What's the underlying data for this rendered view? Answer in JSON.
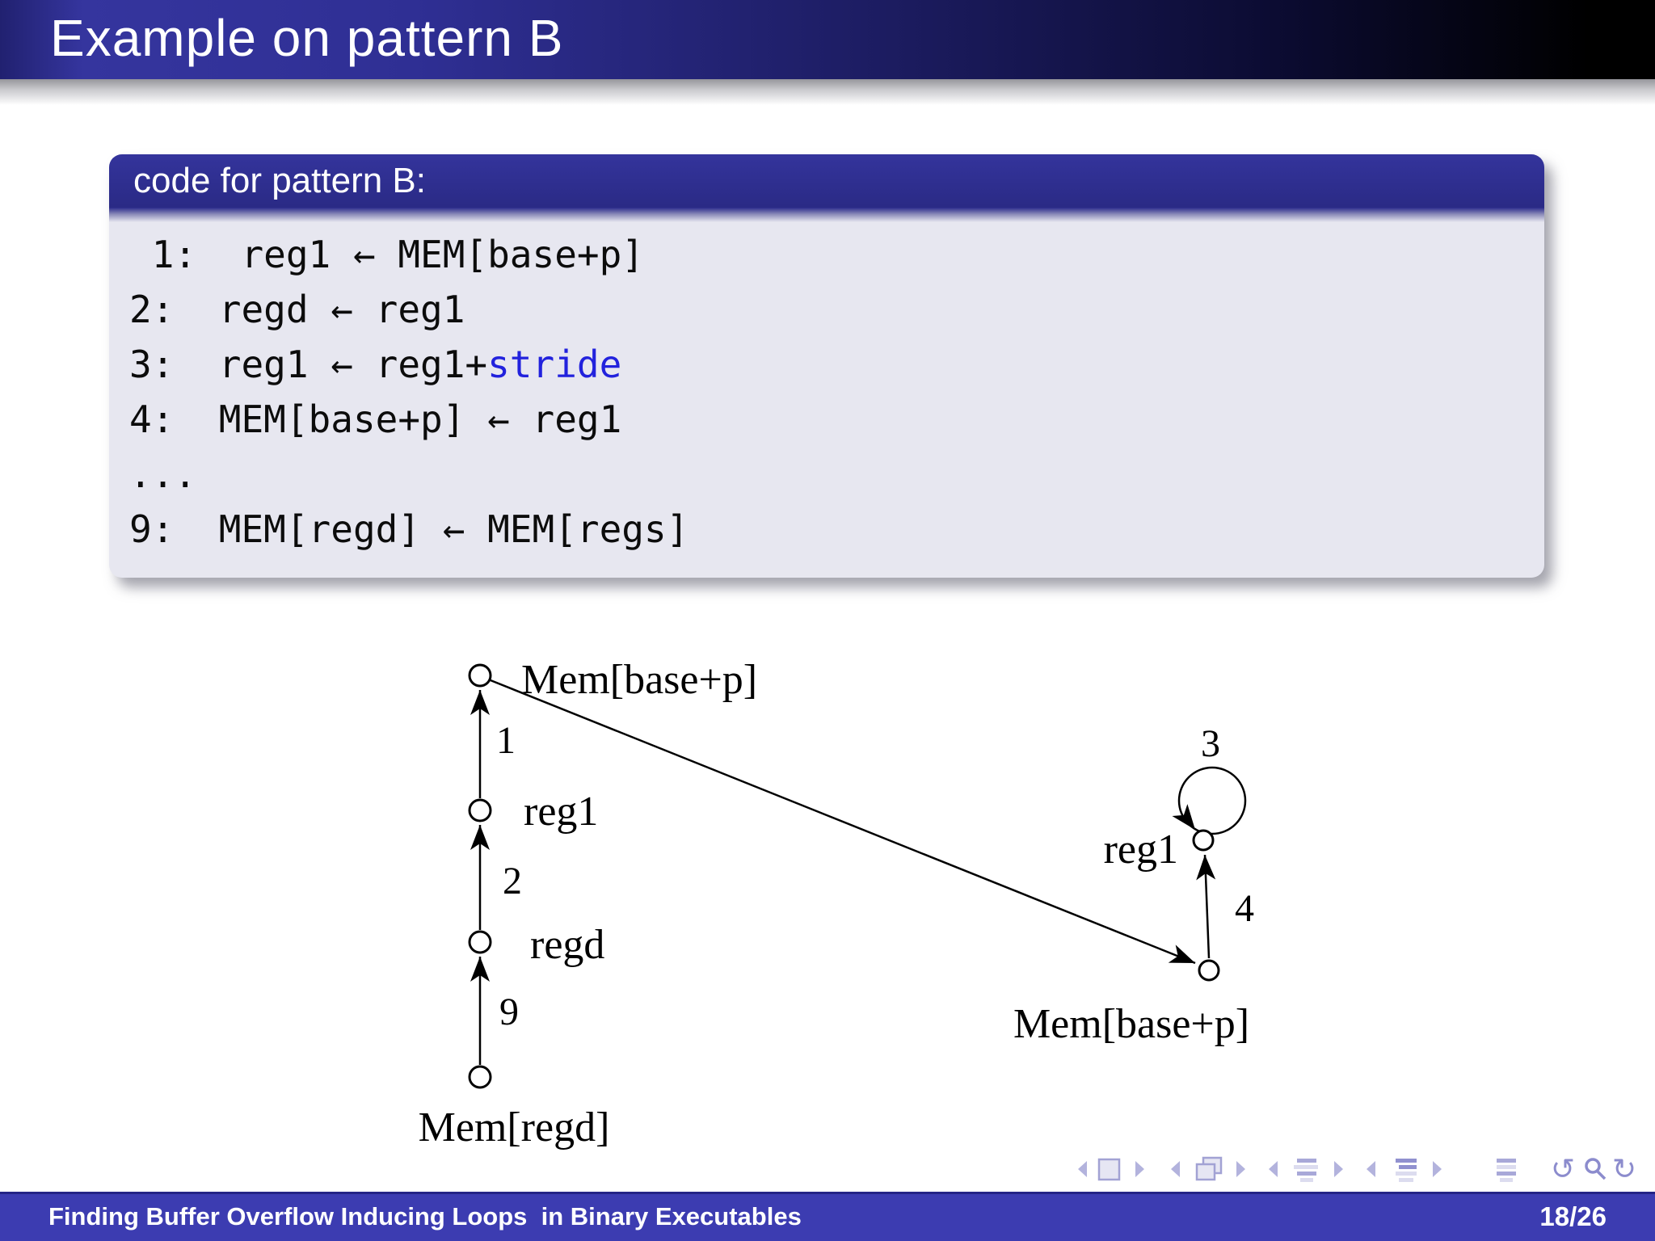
{
  "slide": {
    "title": "Example on pattern B",
    "code_block": {
      "header": "code for pattern B:",
      "accent_color": "#2222dd",
      "lines": [
        {
          "pre": " 1:  reg1 ← MEM[base+p]",
          "accent": ""
        },
        {
          "pre": "2:  regd ← reg1",
          "accent": ""
        },
        {
          "pre": "3:  reg1 ← reg1+",
          "accent": "stride"
        },
        {
          "pre": "4:  MEM[base+p] ← reg1",
          "accent": ""
        },
        {
          "pre": "...",
          "accent": ""
        },
        {
          "pre": "9:  MEM[regd] ← MEM[regs]",
          "accent": ""
        }
      ]
    },
    "diagram": {
      "nodes": [
        {
          "id": "mem-base-p-source",
          "label": "Mem[base+p]"
        },
        {
          "id": "reg1-left",
          "label": "reg1"
        },
        {
          "id": "regd",
          "label": "regd"
        },
        {
          "id": "mem-regd",
          "label": "Mem[regd]"
        },
        {
          "id": "reg1-right",
          "label": "reg1"
        },
        {
          "id": "mem-base-p-dest",
          "label": "Mem[base+p]"
        }
      ],
      "edge_labels": {
        "e1": "1",
        "e2": "2",
        "e9": "9",
        "e3": "3",
        "e4": "4"
      }
    },
    "navigation": {
      "icons": [
        "prev-slide-arrow",
        "slide-frame",
        "next-slide-arrow",
        "prev-frame-arrow",
        "overlay-frames",
        "next-frame-arrow",
        "prev-subsection-arrow",
        "subsection-list",
        "next-subsection-arrow",
        "prev-section-arrow",
        "section-list",
        "next-section-arrow",
        "appendix-list",
        "undo-arrow",
        "search-magnifier",
        "redo-arrow"
      ]
    },
    "footer": {
      "title": "Finding Buffer Overflow Inducing Loops  in Binary Executables",
      "page": "18/26"
    },
    "colors": {
      "titlebar_left": "#35359e",
      "titlebar_right": "#000000",
      "block_header": "#2d2d8d",
      "block_body": "#e7e7f0",
      "footer_bar": "#3c3cb1",
      "nav_symbols": "#a8a8d8"
    }
  }
}
